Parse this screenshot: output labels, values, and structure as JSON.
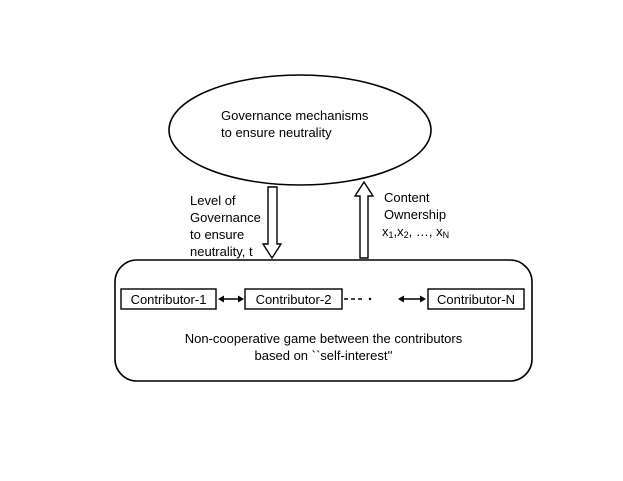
{
  "governance": {
    "line1": "Governance mechanisms",
    "line2": "to ensure neutrality"
  },
  "left_arrow_label": {
    "line1": "Level of",
    "line2": "Governance",
    "line3": "to ensure",
    "line4": "neutrality, t"
  },
  "right_arrow_label": {
    "line1": "Content",
    "line2": "Ownership",
    "var": "x",
    "subs": [
      "1",
      "2",
      "N"
    ],
    "ellipsis": "…"
  },
  "contributors": {
    "c1": "Contributor-1",
    "c2": "Contributor-2",
    "cN": "Contributor-N",
    "dots": "·"
  },
  "game": {
    "line1": "Non-cooperative game between the contributors",
    "line2": "based on ``self-interest''"
  }
}
